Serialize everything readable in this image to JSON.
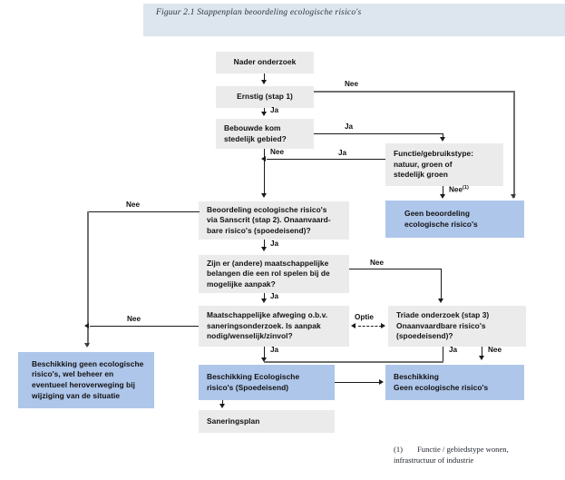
{
  "figure": {
    "caption": "Figuur 2.1 Stappenplan beoordeling ecologische risico's",
    "title": "Stappenplan beoordeling ecologische risico's",
    "number": "Figuur 2.1",
    "language": "nl",
    "colors": {
      "caption_band": "#dde5ee",
      "process_node": "#ebebeb",
      "outcome_node": "#aec6ea",
      "edge": "#1a1a1a",
      "edge_grey": "#6f6f6f",
      "text": "#111111"
    }
  },
  "nodes": {
    "nader_onderzoek": {
      "label": "Nader onderzoek",
      "type": "process",
      "fill": "#ebebeb"
    },
    "ernstig": {
      "label": "Ernstig (stap 1)",
      "type": "decision",
      "fill": "#ebebeb"
    },
    "bebouwde_kom": {
      "line1": "Bebouwde kom",
      "line2": "stedelijk gebied?",
      "type": "decision",
      "fill": "#ebebeb"
    },
    "functie_gebruikstype": {
      "line1": "Functie/gebruikstype:",
      "line2": "natuur, groen  of",
      "line3": "stedelijk groen",
      "type": "decision",
      "fill": "#ebebeb"
    },
    "geen_beoordeling": {
      "line1": "Geen beoordeling",
      "line2": "ecologische risico's",
      "type": "outcome",
      "fill": "#aec6ea"
    },
    "beoordeling_sanscrit": {
      "line1": "Beoordeling ecologische risico's",
      "line2": "via Sanscrit (stap 2). Onaanvaard-",
      "line3": "bare risico's (spoedeisend)?",
      "type": "decision",
      "fill": "#ebebeb"
    },
    "maatschappelijke_belangen": {
      "line1": "Zijn er (andere) maatschappelijke",
      "line2": "belangen die een rol spelen bij de",
      "line3": "mogelijke aanpak?",
      "type": "decision",
      "fill": "#ebebeb"
    },
    "maatschappelijke_afweging": {
      "line1": "Maatschappelijke afweging o.b.v.",
      "line2": "saneringsonderzoek. Is aanpak",
      "line3": "nodig/wenselijk/zinvol?",
      "type": "decision",
      "fill": "#ebebeb"
    },
    "triade_onderzoek": {
      "line1": "Triade onderzoek (stap 3)",
      "line2": "Onaanvaardbare risico's",
      "line3": "(spoedeisend)?",
      "type": "decision",
      "fill": "#ebebeb"
    },
    "beschikking_geen_eco_beheer": {
      "line1": "Beschikking geen ecologische",
      "line2": "risico's, wel beheer en",
      "line3": "eventueel heroverweging bij",
      "line4": "wijziging van de situatie",
      "type": "outcome",
      "fill": "#aec6ea"
    },
    "beschikking_eco_spoedeisend": {
      "line1": "Beschikking Ecologische",
      "line2": "risico's (Spoedeisend)",
      "type": "outcome",
      "fill": "#aec6ea"
    },
    "beschikking_geen_eco": {
      "line1": "Beschikking",
      "line2": "Geen ecologische risico's",
      "type": "outcome",
      "fill": "#aec6ea"
    },
    "saneringsplan": {
      "label": "Saneringsplan",
      "type": "process",
      "fill": "#ebebeb"
    }
  },
  "edge_labels": {
    "ernstig_nee": "Nee",
    "ernstig_ja": "Ja",
    "bebouwde_ja": "Ja",
    "bebouwde_nee": "Nee",
    "functie_ja": "Ja",
    "functie_nee": "Nee",
    "functie_nee_footnote_mark": "(1)",
    "sanscrit_nee": "Nee",
    "sanscrit_ja": "Ja",
    "belangen_nee": "Nee",
    "belangen_ja": "Ja",
    "afweging_nee": "Nee",
    "afweging_ja": "Ja",
    "optie": "Optie",
    "triade_ja": "Ja",
    "triade_nee": "Nee"
  },
  "footnote": {
    "marker": "(1)",
    "line1": "Functie / gebiedstype wonen,",
    "line2": "infrastructuur of industrie"
  }
}
